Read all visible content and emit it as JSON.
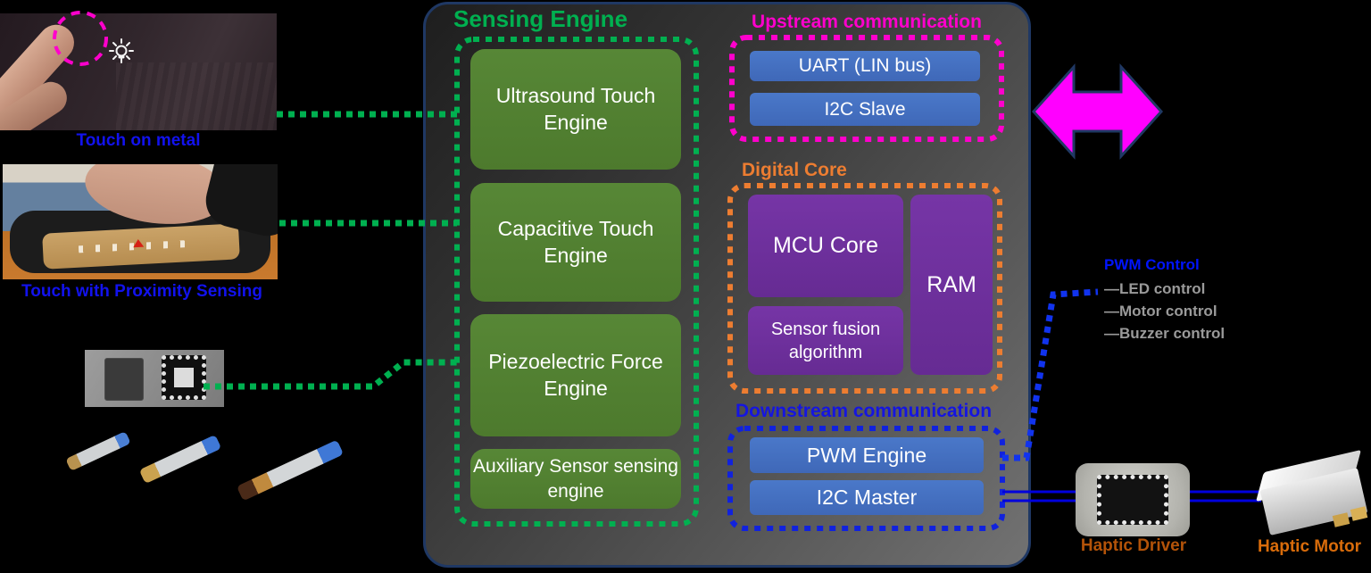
{
  "chip": {
    "sensing": {
      "title": "Sensing Engine",
      "engines": [
        "Ultrasound Touch Engine",
        "Capacitive Touch Engine",
        "Piezoelectric Force Engine",
        "Auxiliary Sensor sensing engine"
      ]
    },
    "upstream": {
      "title": "Upstream communication",
      "uart": "UART (LIN bus)",
      "i2c_slave": "I2C Slave"
    },
    "digital_core": {
      "title": "Digital Core",
      "mcu": "MCU Core",
      "ram": "RAM",
      "fusion": "Sensor fusion algorithm"
    },
    "downstream": {
      "title": "Downstream communication",
      "pwm": "PWM Engine",
      "i2c_master": "I2C Master"
    }
  },
  "left": {
    "touch_metal": "Touch on metal",
    "proximity": "Touch with Proximity Sensing"
  },
  "right": {
    "pwm_control": {
      "title": "PWM Control",
      "items": [
        "—LED control",
        "—Motor control",
        "—Buzzer control"
      ]
    },
    "haptic_driver": "Haptic Driver",
    "haptic_motor": "Haptic Motor"
  },
  "icons": {
    "bulb": "bulb-icon",
    "bidirectional_arrow": "arrow-both-icon"
  },
  "colors": {
    "sensing_green": "#00B050",
    "engine_fill": "#548235",
    "upstream_magenta": "#FF00CC",
    "arrow_magenta": "#FF00FF",
    "digital_orange": "#ED7D31",
    "purple_fill": "#7030A0",
    "blue_block": "#4472C4",
    "downstream_blue": "#1515E0",
    "gray_list_text": "#9A9A9A",
    "haptic_driver_label": "#B35309",
    "haptic_motor_label": "#D96C0B"
  }
}
